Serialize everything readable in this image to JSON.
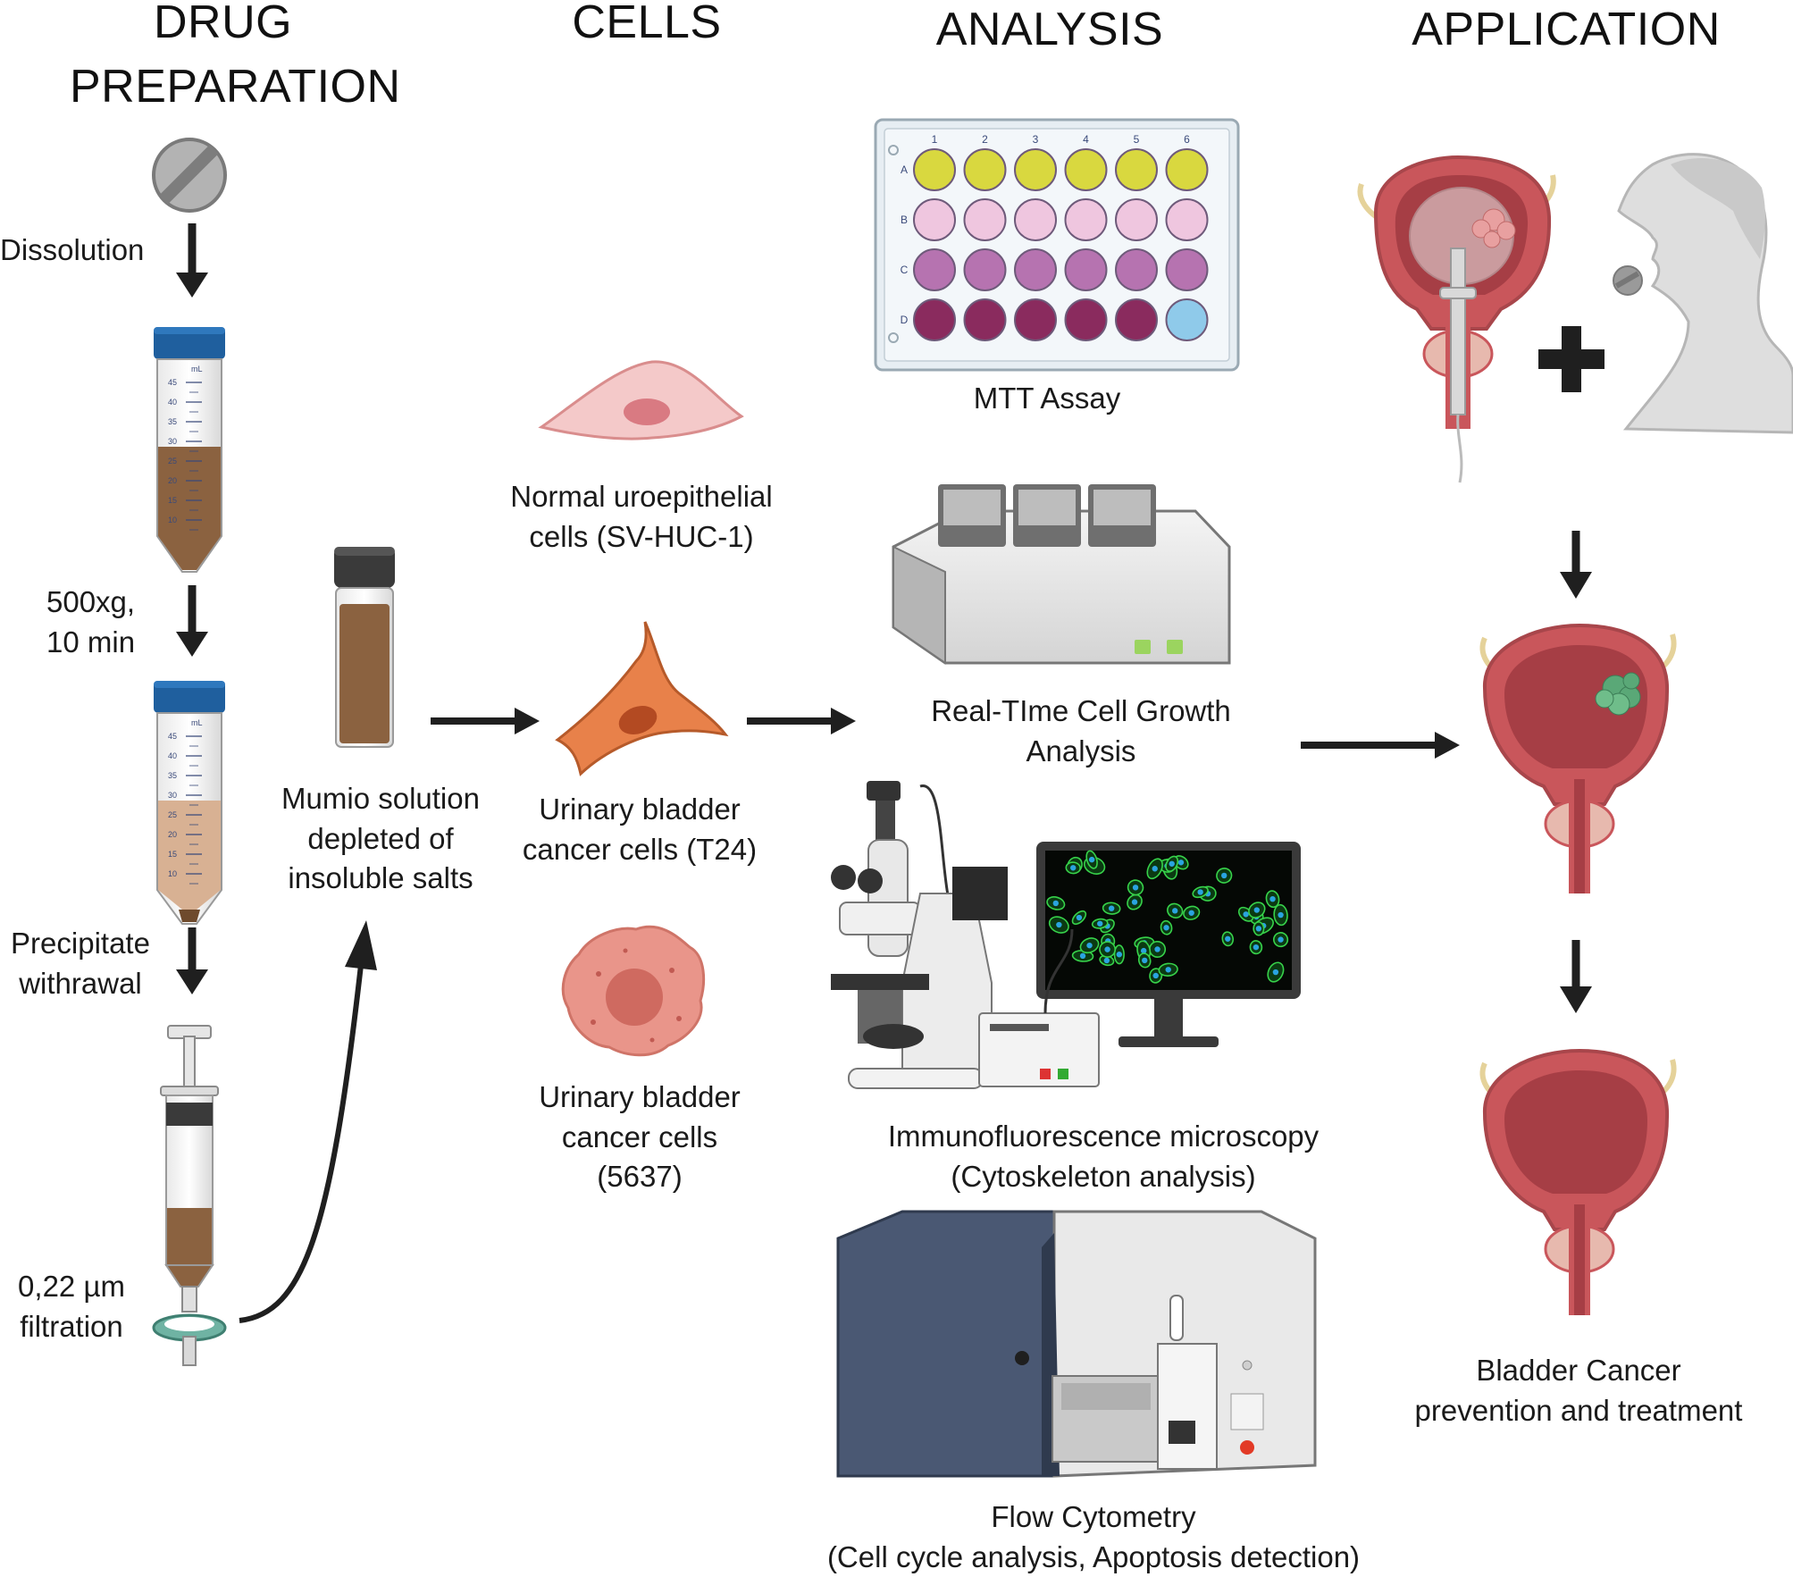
{
  "headers": {
    "drug_line1": "DRUG",
    "drug_line2": "PREPARATION",
    "cells": "CELLS",
    "analysis": "ANALYSIS",
    "application": "APPLICATION"
  },
  "drug_prep": {
    "step_dissolution": "Dissolution",
    "step_centrifuge_force": "500xg,",
    "step_centrifuge_time": "10 min",
    "step_precipitate_1": "Precipitate",
    "step_precipitate_2": "withrawal",
    "step_filter_1": "0,22 µm",
    "step_filter_2": "filtration",
    "solution_1": "Mumio solution",
    "solution_2": "depleted of",
    "solution_3": "insoluble salts",
    "tube_unit": "mL",
    "tube_ticks": [
      "45",
      "40",
      "35",
      "30",
      "25",
      "20",
      "15",
      "10"
    ]
  },
  "cells": {
    "normal_1": "Normal uroepithelial",
    "normal_2": "cells (SV-HUC-1)",
    "t24_1": "Urinary bladder",
    "t24_2": "cancer cells (T24)",
    "c5637_1": "Urinary bladder",
    "c5637_2": "cancer cells",
    "c5637_3": "(5637)"
  },
  "analysis": {
    "mtt": "MTT Assay",
    "plate_cols": [
      "1",
      "2",
      "3",
      "4",
      "5",
      "6"
    ],
    "plate_rows": [
      "A",
      "B",
      "C",
      "D"
    ],
    "rtca_1": "Real-TIme Cell Growth",
    "rtca_2": "Analysis",
    "if_1": "Immunofluorescence microscopy",
    "if_2": "(Cytoskeleton analysis)",
    "flow_1": "Flow Cytometry",
    "flow_2": "(Cell cycle analysis, Apoptosis detection)"
  },
  "application": {
    "result_1": "Bladder Cancer",
    "result_2": "prevention and treatment",
    "plus_symbol": "+"
  },
  "colors": {
    "arrow": "#1f1f1f",
    "tube_cap": "#1f5f9e",
    "brown_liquid": "#8b6240",
    "light_brown": "#c9a07c",
    "mtt_yellow": "#d9d83f",
    "mtt_pink": "#efc6df",
    "mtt_lilac": "#b673b0",
    "mtt_purple": "#8a2b5e",
    "mtt_blue": "#8fcaea",
    "normal_cell": "#f4c9c9",
    "t24_cell": "#e8814a",
    "c5637_cell": "#e9958a",
    "bladder": "#c9565b",
    "bladder_inner": "#a63e45",
    "tumor": "#5aa877",
    "device_navy": "#4a5873"
  }
}
